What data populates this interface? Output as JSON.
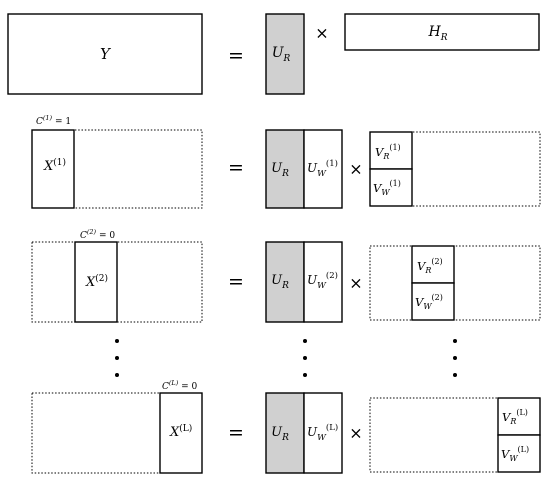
{
  "symbols": {
    "equals": "=",
    "times": "×"
  },
  "top_row": {
    "Y": "Y",
    "U": {
      "base": "U",
      "sub": "R"
    },
    "H": {
      "base": "H",
      "sub": "R"
    }
  },
  "rows": [
    {
      "label": {
        "base": "C",
        "sup": "(1)",
        "tail": " = 1"
      },
      "X": {
        "base": "X",
        "sup": "(1)"
      },
      "UR": {
        "base": "U",
        "sub": "R"
      },
      "UW": {
        "base": "U",
        "sub": "W",
        "sup": "(1)"
      },
      "VR": {
        "base": "V",
        "sub": "R",
        "sup": "(1)"
      },
      "VW": {
        "base": "V",
        "sub": "W",
        "sup": "(1)"
      }
    },
    {
      "label": {
        "base": "C",
        "sup": "(2)",
        "tail": " = 0"
      },
      "X": {
        "base": "X",
        "sup": "(2)"
      },
      "UR": {
        "base": "U",
        "sub": "R"
      },
      "UW": {
        "base": "U",
        "sub": "W",
        "sup": "(2)"
      },
      "VR": {
        "base": "V",
        "sub": "R",
        "sup": "(2)"
      },
      "VW": {
        "base": "V",
        "sub": "W",
        "sup": "(2)"
      }
    },
    {
      "label": {
        "base": "C",
        "sup": "(L)",
        "tail": " = 0"
      },
      "X": {
        "base": "X",
        "sup": "(L)"
      },
      "UR": {
        "base": "U",
        "sub": "R"
      },
      "UW": {
        "base": "U",
        "sub": "W",
        "sup": "(L)"
      },
      "VR": {
        "base": "V",
        "sub": "R",
        "sup": "(L)"
      },
      "VW": {
        "base": "V",
        "sub": "W",
        "sup": "(L)"
      }
    }
  ],
  "colors": {
    "shaded": "#d0d0d0",
    "stroke": "#000000"
  }
}
